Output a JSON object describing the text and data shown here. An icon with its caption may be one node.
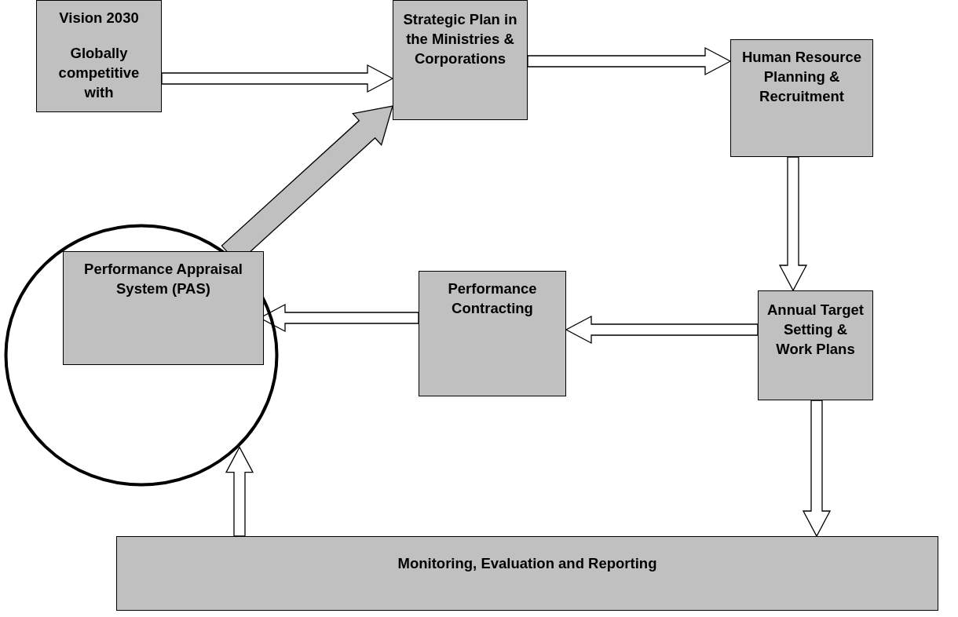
{
  "diagram": {
    "nodes": [
      {
        "text": [
          "Vision 2030",
          "Globally competitive with"
        ]
      },
      {
        "text": [
          "Strategic Plan in the Ministries & Corporations"
        ]
      },
      {
        "text": [
          "Human Resource Planning & Recruitment"
        ]
      },
      {
        "text": [
          "Annual Target Setting & Work Plans"
        ]
      },
      {
        "text": [
          "Performance Contracting"
        ]
      },
      {
        "text": [],
        "shape": "circle"
      },
      {
        "text": [
          "Performance Appraisal System (PAS)"
        ],
        "in": 5
      },
      {
        "text": [
          "Monitoring, Evaluation and Reporting"
        ]
      }
    ],
    "edges": [
      {
        "from": 0,
        "to": 1,
        "arrow": "to"
      },
      {
        "from": 1,
        "to": 2,
        "arrow": "to"
      },
      {
        "from": 2,
        "to": 3,
        "arrow": "to"
      },
      {
        "from": 3,
        "to": 4,
        "arrow": "to"
      },
      {
        "from": 4,
        "to": 6,
        "arrow": "to"
      },
      {
        "from": 3,
        "to": 7,
        "arrow": "to"
      },
      {
        "from": 7,
        "to": 5,
        "arrow": "to"
      },
      {
        "from": 5,
        "to": 1,
        "arrow": "to",
        "style": "thick",
        "color": "#c0c0c0"
      }
    ]
  }
}
